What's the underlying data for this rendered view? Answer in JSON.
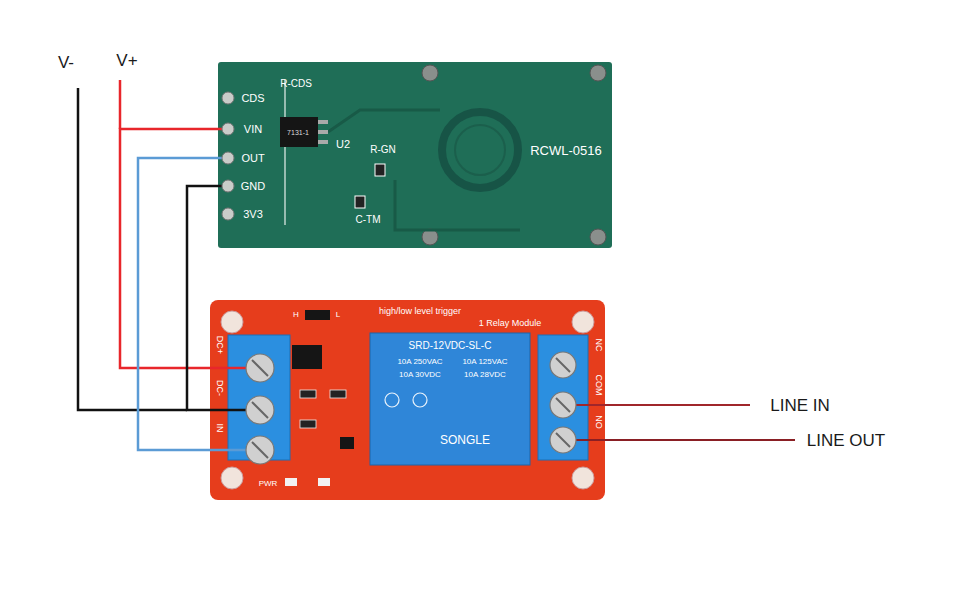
{
  "diagram": {
    "nodes": [
      {
        "text": [
          "RCWL-0516",
          "CDS",
          "R-CDS",
          "VIN",
          "OUT",
          "GND",
          "3V3",
          "U2",
          "R-GN",
          "C-TM",
          "7131-1"
        ]
      },
      {
        "text": [
          "high/low level trigger",
          "1 Relay Module",
          "SRD-12VDC-SL-C",
          "10A 250VAC",
          "10A 125VAC",
          "10A 30VDC",
          "10A 28VDC",
          "SONGLE",
          "DC+",
          "DC-",
          "IN",
          "NC",
          "COM",
          "NO",
          "PWR",
          "H",
          "L"
        ]
      }
    ],
    "edges": [
      {
        "from": 0,
        "to": 1,
        "arrow": "none"
      },
      {
        "from": 0,
        "to": 1,
        "arrow": "none"
      },
      {
        "from": 0,
        "to": 1,
        "arrow": "none"
      }
    ],
    "labels": [
      "V-",
      "V+",
      "LINE IN",
      "LINE OUT"
    ]
  }
}
